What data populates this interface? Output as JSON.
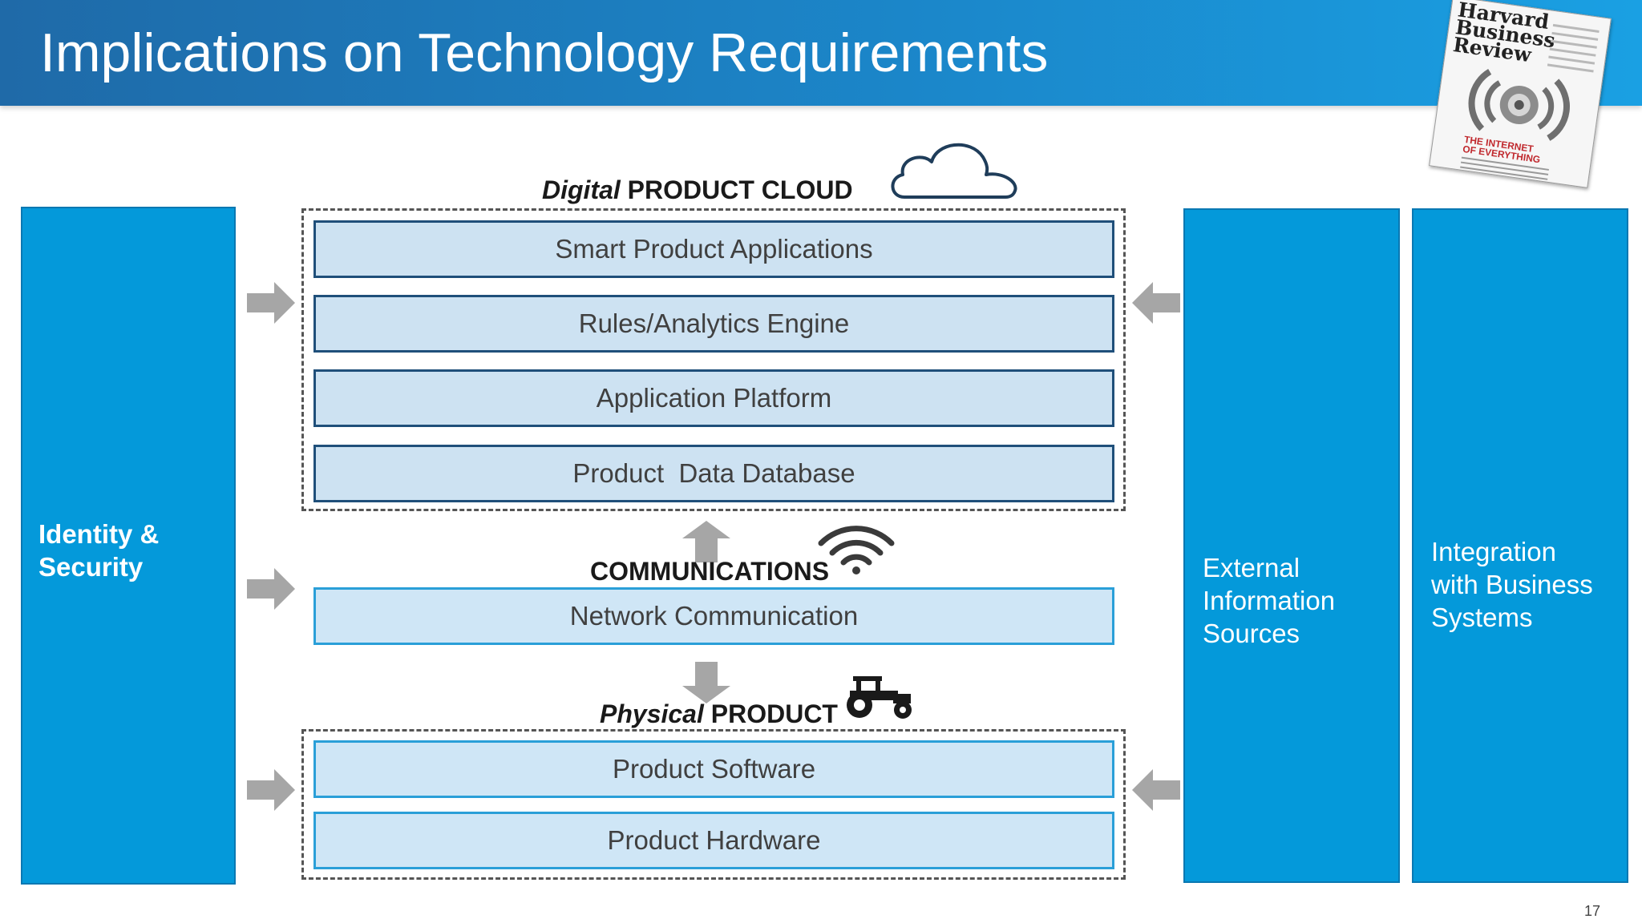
{
  "title": "Implications on Technology Requirements",
  "page_number": "17",
  "magazine": {
    "name_lines": [
      "Harvard",
      "Business",
      "Review"
    ],
    "cover_headline_lines": [
      "THE INTERNET",
      "OF EVERYTHING"
    ]
  },
  "left_block": {
    "label": "Identity &\nSecurity"
  },
  "right_blocks": [
    {
      "label": "External\nInformation\nSources"
    },
    {
      "label": "Integration\nwith Business\nSystems"
    }
  ],
  "cloud_section": {
    "label_italic": "Digital",
    "label_rest": " PRODUCT CLOUD",
    "icon": "cloud-icon",
    "layers": [
      "Smart Product Applications",
      "Rules/Analytics Engine",
      "Application Platform",
      "Product  Data Database"
    ]
  },
  "communications_section": {
    "label": "COMMUNICATIONS",
    "icon": "wifi-icon",
    "layers": [
      "Network Communication"
    ]
  },
  "physical_section": {
    "label_italic": "Physical",
    "label_rest": " PRODUCT",
    "icon": "tractor-icon",
    "layers": [
      "Product Software",
      "Product Hardware"
    ]
  },
  "colors": {
    "header_blue": "#1b86c9",
    "block_blue": "#0499da",
    "layer_fill": "#cde2f2",
    "layer_border_dark": "#1f4f7a",
    "layer_border_light": "#2a9fd8",
    "arrow_gray": "#a6a6a6"
  }
}
